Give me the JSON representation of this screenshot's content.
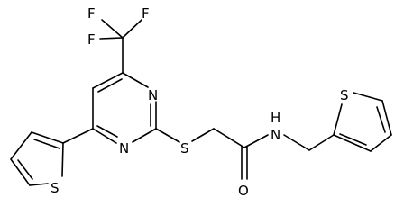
{
  "diagram": {
    "type": "chemical-structure",
    "atom_labels": {
      "f_top_left": "F",
      "f_top_right": "F",
      "f_mid": "F",
      "n_ring_upper": "N",
      "n_ring_lower": "N",
      "s_thioether": "S",
      "o_carbonyl": "O",
      "nh_amide": "N",
      "h_amide": "H",
      "s_thiophene_left": "S",
      "s_thiophene_right": "S"
    }
  }
}
